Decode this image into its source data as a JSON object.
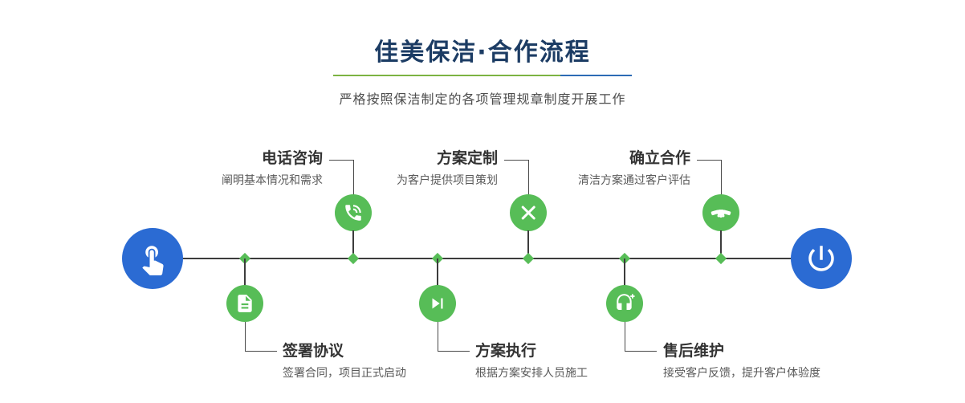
{
  "header": {
    "title": "佳美保洁·合作流程",
    "subtitle": "严格按照保洁制定的各项管理规章制度开展工作"
  },
  "colors": {
    "green": "#57bd57",
    "blue": "#2b6bd3",
    "navy": "#1c3c64",
    "divider-green": "#7cb342",
    "divider-blue": "#2d6bb5",
    "line": "#3c3c3c"
  },
  "timeline": {
    "start_icon": "pointing-hand-icon",
    "end_icon": "power-icon"
  },
  "steps": [
    {
      "label": "电话咨询",
      "desc": "阐明基本情况和需求",
      "icon": "phone-icon",
      "position": "top"
    },
    {
      "label": "签署协议",
      "desc": "签署合同，项目正式启动",
      "icon": "contract-icon",
      "position": "bottom"
    },
    {
      "label": "方案定制",
      "desc": "为客户提供项目策划",
      "icon": "pen-ruler-icon",
      "position": "top"
    },
    {
      "label": "方案执行",
      "desc": "根据方案安排人员施工",
      "icon": "play-next-icon",
      "position": "bottom"
    },
    {
      "label": "确立合作",
      "desc": "清洁方案通过客户评估",
      "icon": "handshake-icon",
      "position": "top"
    },
    {
      "label": "售后维护",
      "desc": "接受客户反馈，提升客户体验度",
      "icon": "headset-icon",
      "position": "bottom"
    }
  ]
}
